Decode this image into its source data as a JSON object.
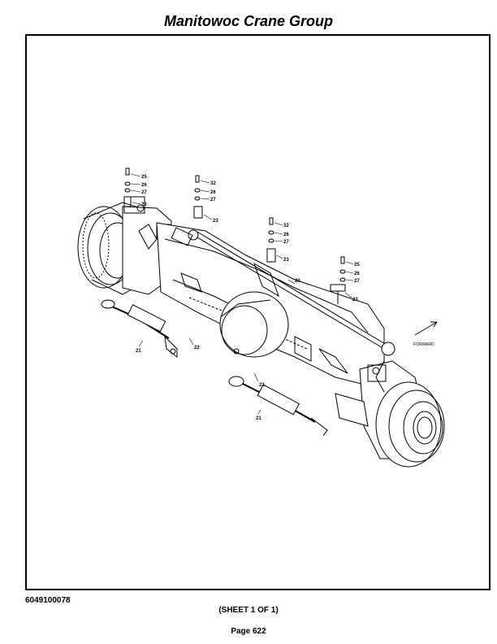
{
  "header": {
    "title": "Manitowoc Crane Group"
  },
  "diagram": {
    "callouts": [
      {
        "id": "c1",
        "label": "25"
      },
      {
        "id": "c2",
        "label": "26"
      },
      {
        "id": "c3",
        "label": "27"
      },
      {
        "id": "c4",
        "label": "23"
      },
      {
        "id": "c5",
        "label": "32"
      },
      {
        "id": "c6",
        "label": "26"
      },
      {
        "id": "c7",
        "label": "27"
      },
      {
        "id": "c8",
        "label": "23"
      },
      {
        "id": "c9",
        "label": "32"
      },
      {
        "id": "c10",
        "label": "26"
      },
      {
        "id": "c11",
        "label": "27"
      },
      {
        "id": "c12",
        "label": "23"
      },
      {
        "id": "c13",
        "label": "25"
      },
      {
        "id": "c14",
        "label": "26"
      },
      {
        "id": "c15",
        "label": "27"
      },
      {
        "id": "c16",
        "label": "23"
      },
      {
        "id": "c17",
        "label": "20"
      },
      {
        "id": "c18",
        "label": "21"
      },
      {
        "id": "c19",
        "label": "22"
      },
      {
        "id": "c20",
        "label": "22"
      },
      {
        "id": "c21",
        "label": "21"
      }
    ],
    "forward_label": "FORWARD"
  },
  "footer": {
    "doc_number": "6049100078",
    "sheet": "(SHEET 1 OF 1)",
    "page": "Page 622"
  }
}
